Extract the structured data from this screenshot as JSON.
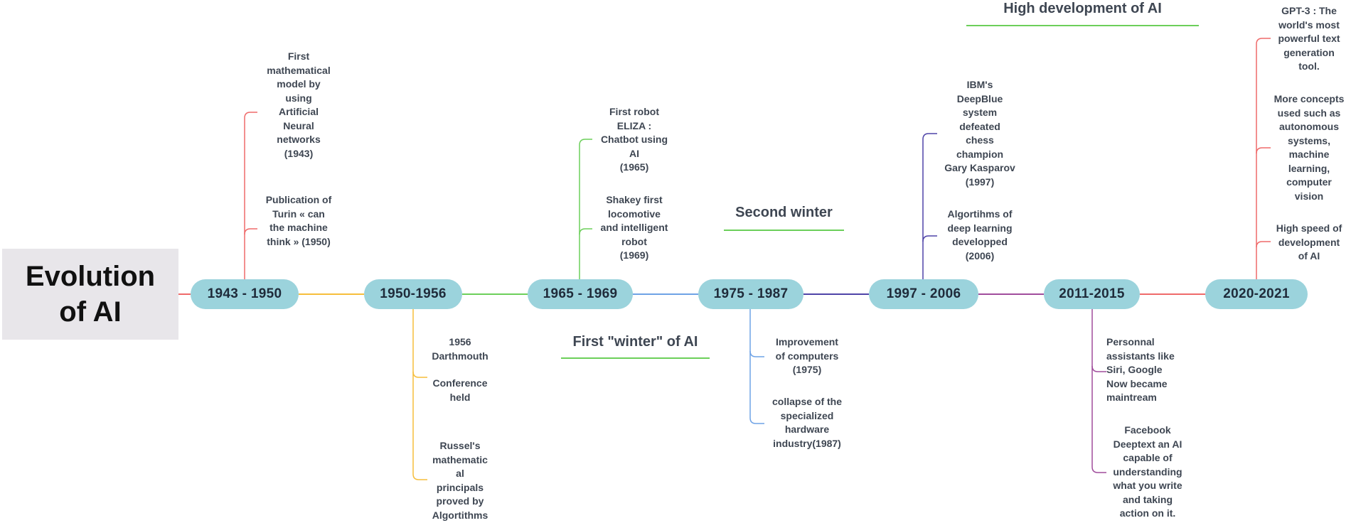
{
  "title": "Evolution\nof AI",
  "eras": [
    {
      "label": "1943 - 1950",
      "color": "#ef6a6a"
    },
    {
      "label": "1950-1956",
      "color": "#f6be3c"
    },
    {
      "label": "1965 - 1969",
      "color": "#6ccf5a"
    },
    {
      "label": "1975 - 1987",
      "color": "#6fa3e6"
    },
    {
      "label": "1997 - 2006",
      "color": "#4f44a8"
    },
    {
      "label": "2011-2015",
      "color": "#a04d9c"
    },
    {
      "label": "2020-2021",
      "color": "#ef6a6a"
    }
  ],
  "events": {
    "e1943_a": "First\nmathematical\nmodel by\nusing\nArtificial\nNeural\nnetworks\n(1943)",
    "e1943_b": "Publication of\nTurin « can\nthe machine\nthink » (1950)",
    "e1950_a": "1956\nDarthmouth",
    "e1950_b": "Conference\nheld",
    "e1950_c": "Russel's\nmathematic\nal\nprincipals\nproved by\nAlgortithms",
    "e1965_a": "First robot\nELIZA :\nChatbot using\nAI\n(1965)",
    "e1965_b": "Shakey first\nlocomotive\nand intelligent\nrobot\n(1969)",
    "e1975_a": "Improvement\nof computers\n(1975)",
    "e1975_b": "collapse of the\nspecialized\nhardware\nindustry(1987)",
    "e1997_a": "IBM's\nDeepBlue\nsystem\ndefeated\nchess\nchampion\nGary Kasparov\n(1997)",
    "e1997_b": "Algortihms of\ndeep learning\ndevelopped\n(2006)",
    "e2011_a": "Personnal\nassistants like\nSiri, Google\nNow became\nmaintream",
    "e2011_b": "Facebook\nDeeptext an AI\ncapable of\nunderstanding\nwhat you write\nand taking\naction on it.",
    "e2020_a": "GPT-3 : The\nworld's most\npowerful text\ngeneration\ntool.",
    "e2020_b": "More concepts\nused such as\nautonomous\nsystems,\nmachine\nlearning,\ncomputer\nvision",
    "e2020_c": "High speed of\ndevelopment\nof AI"
  },
  "phases": {
    "winter1": "First \"winter\" of AI",
    "winter2": "Second winter",
    "high_dev": "High development of AI"
  },
  "colors": {
    "pill": "#9bd3dc",
    "phase_underline": "#6ccf5a",
    "title_bg": "#e8e6ea"
  }
}
